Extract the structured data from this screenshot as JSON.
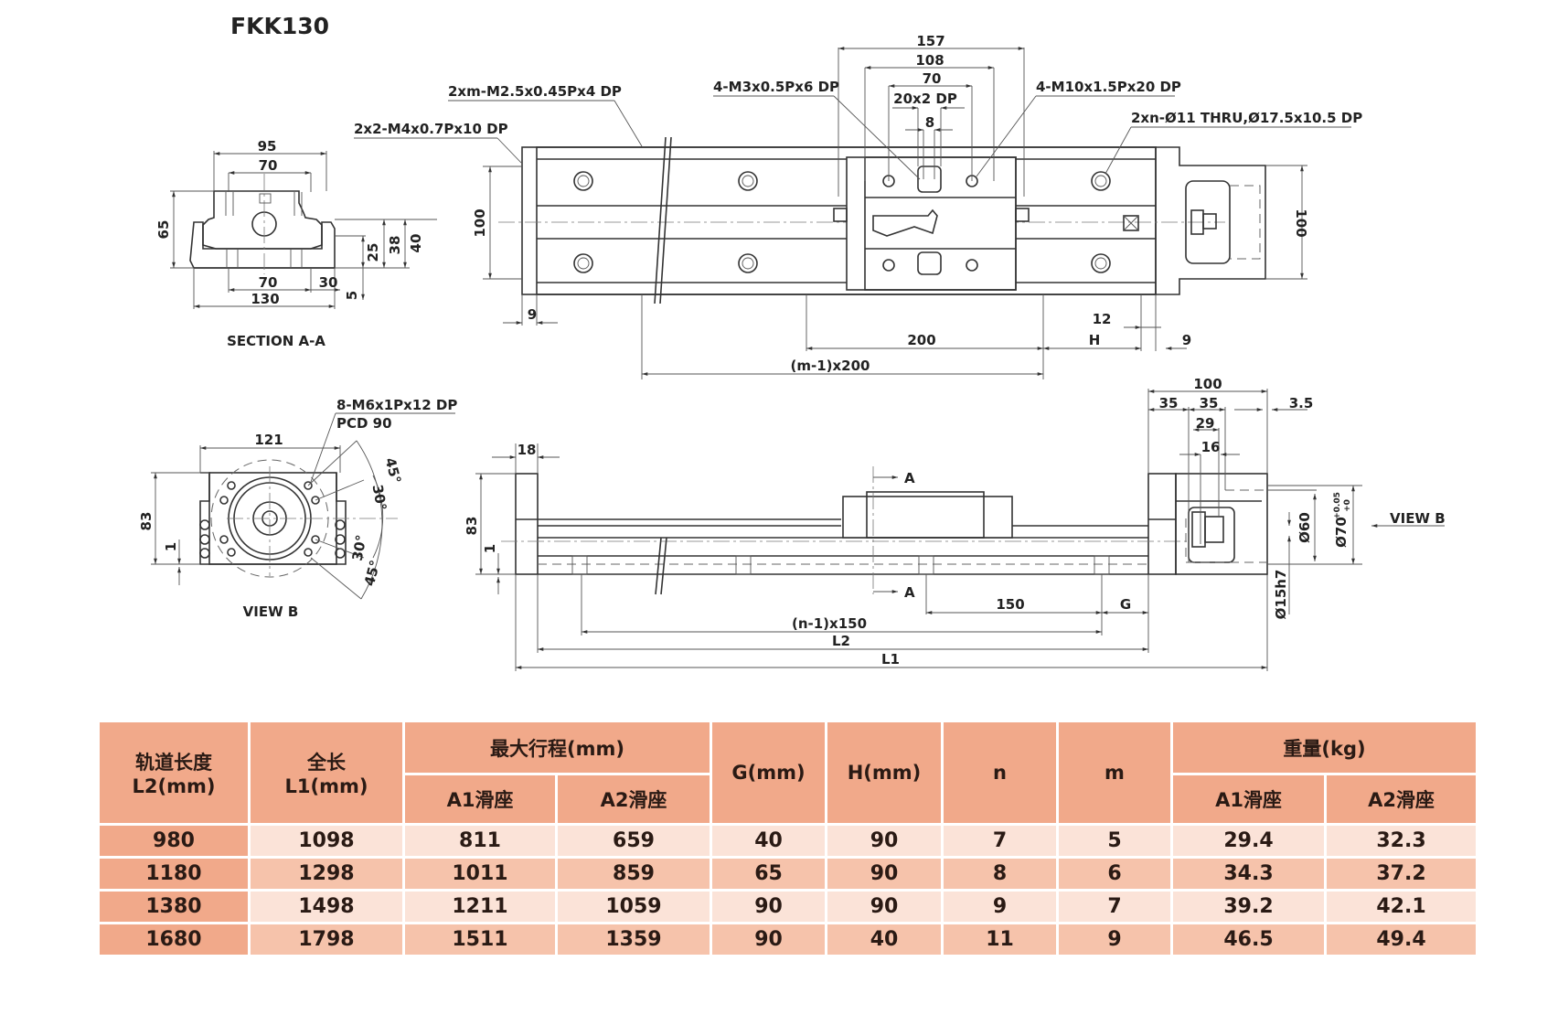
{
  "title": "FKK130",
  "drawing": {
    "top_view": {
      "callouts": {
        "m_holes": "2xm-M2.5x0.45Px4 DP",
        "end_holes": "2x2-M4x0.7Px10 DP",
        "slider_small": "4-M3x0.5Px6 DP",
        "slider_large": "4-M10x1.5Px20 DP",
        "base_holes": "2xn-Ø11 THRU,Ø17.5x10.5 DP"
      },
      "dims": {
        "d157": "157",
        "d108": "108",
        "d70": "70",
        "d20x2": "20x2 DP",
        "d8": "8",
        "d100_left": "100",
        "d100_right": "100",
        "d9_left": "9",
        "d200": "200",
        "d_m1": "(m-1)x200",
        "d12": "12",
        "dH": "H",
        "d9_right": "9"
      }
    },
    "section_aa": {
      "label": "SECTION A-A",
      "dims": {
        "d95": "95",
        "d70_top": "70",
        "d65": "65",
        "d25": "25",
        "d38": "38",
        "d40": "40",
        "d70_bot": "70",
        "d30": "30",
        "d130": "130",
        "d5": "5"
      }
    },
    "view_b": {
      "label": "VIEW B",
      "callout_holes": "8-M6x1Px12 DP",
      "callout_pcd": "PCD 90",
      "dims": {
        "d121": "121",
        "d83": "83",
        "d1": "1",
        "a45_top": "45°",
        "a30_top": "30°",
        "a30_bot": "30°",
        "a45_bot": "45°"
      }
    },
    "side_view": {
      "dims": {
        "d18": "18",
        "d83": "83",
        "d1": "1",
        "sectionA_top": "A",
        "sectionA_bot": "A",
        "d150": "150",
        "dG": "G",
        "d_n1": "(n-1)x150",
        "dL2": "L2",
        "dL1": "L1",
        "d100": "100",
        "d35a": "35",
        "d35b": "35",
        "d3_5": "3.5",
        "d29": "29",
        "d16": "16",
        "d60": "Ø60",
        "d70": "Ø70",
        "d70_tol_up": "+0.05",
        "d70_tol_lo": "+0",
        "d15h7": "Ø15h7",
        "view_b_arrow": "VIEW B"
      }
    }
  },
  "table": {
    "header": {
      "rail_length": "轨道长度",
      "rail_length_unit": "L2(mm)",
      "total_length": "全长",
      "total_length_unit": "L1(mm)",
      "max_stroke": "最大行程(mm)",
      "stroke_a1": "A1滑座",
      "stroke_a2": "A2滑座",
      "g": "G(mm)",
      "h": "H(mm)",
      "n": "n",
      "m": "m",
      "weight": "重量(kg)",
      "weight_a1": "A1滑座",
      "weight_a2": "A2滑座"
    },
    "rows": [
      {
        "l2": "980",
        "l1": "1098",
        "stroke_a1": "811",
        "stroke_a2": "659",
        "g": "40",
        "h": "90",
        "n": "7",
        "m": "5",
        "weight_a1": "29.4",
        "weight_a2": "32.3"
      },
      {
        "l2": "1180",
        "l1": "1298",
        "stroke_a1": "1011",
        "stroke_a2": "859",
        "g": "65",
        "h": "90",
        "n": "8",
        "m": "6",
        "weight_a1": "34.3",
        "weight_a2": "37.2"
      },
      {
        "l2": "1380",
        "l1": "1498",
        "stroke_a1": "1211",
        "stroke_a2": "1059",
        "g": "90",
        "h": "90",
        "n": "9",
        "m": "7",
        "weight_a1": "39.2",
        "weight_a2": "42.1"
      },
      {
        "l2": "1680",
        "l1": "1798",
        "stroke_a1": "1511",
        "stroke_a2": "1359",
        "g": "90",
        "h": "40",
        "n": "11",
        "m": "9",
        "weight_a1": "46.5",
        "weight_a2": "49.4"
      }
    ]
  }
}
